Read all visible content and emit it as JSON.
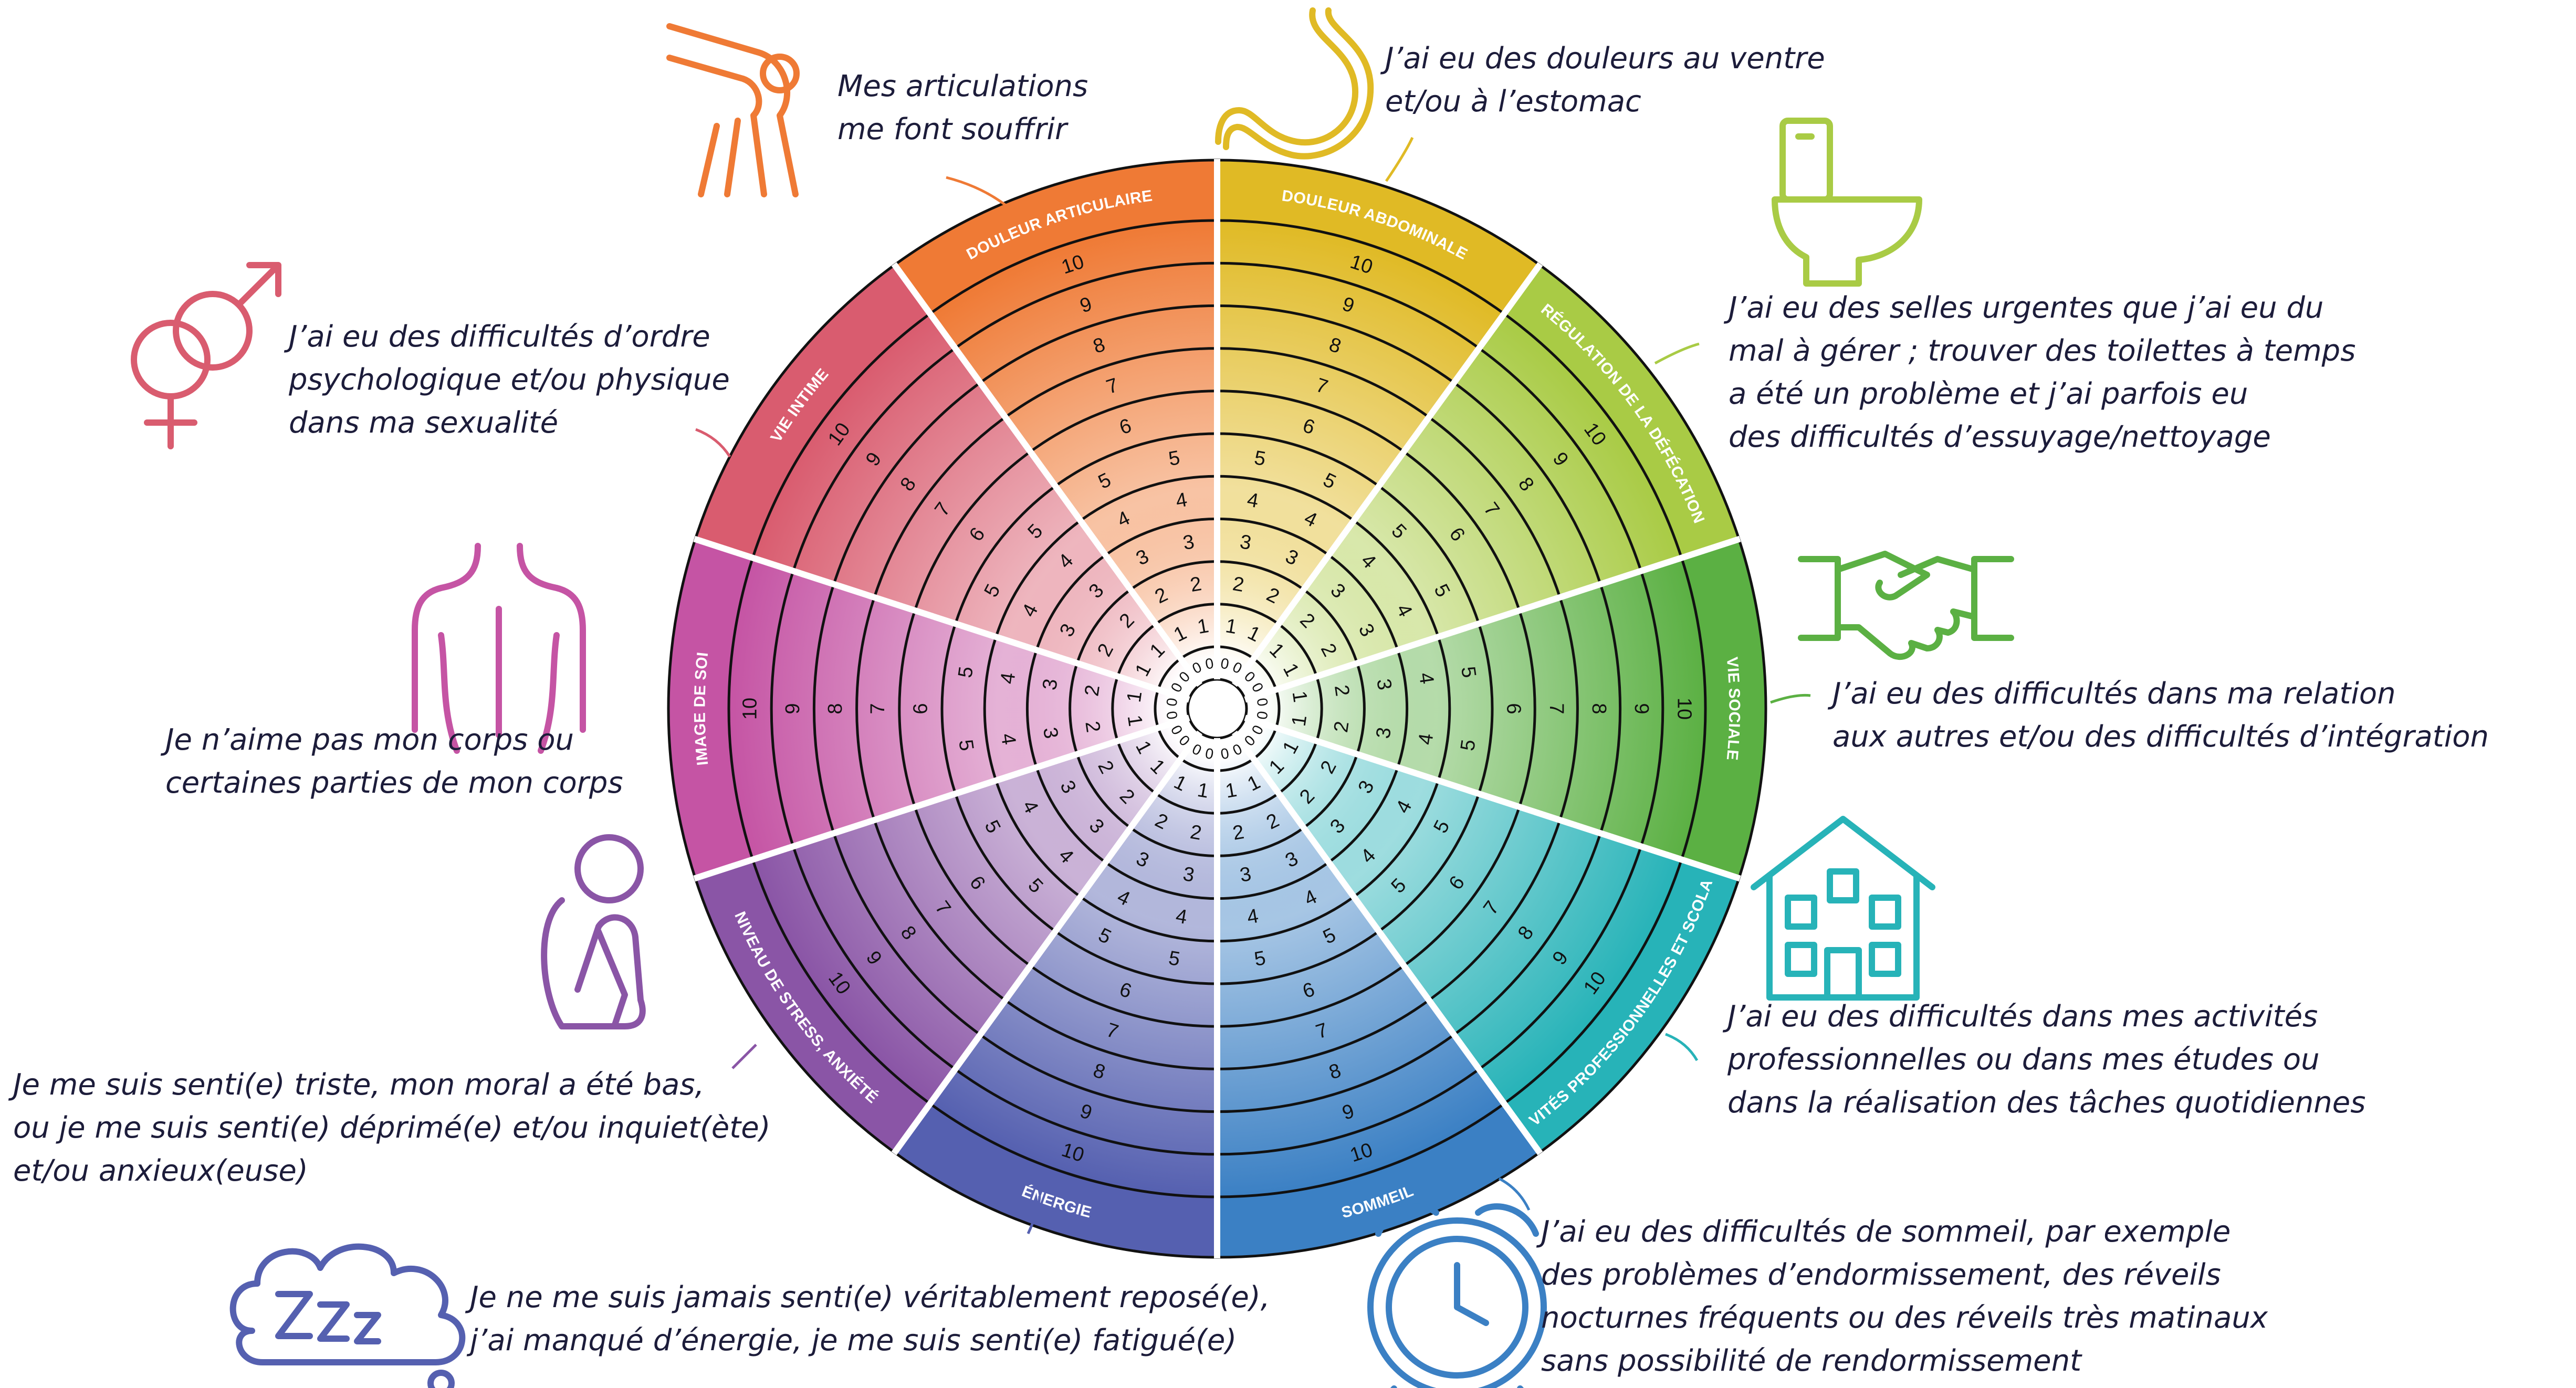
{
  "wheel": {
    "segments": [
      {
        "id": "douleur-abdominale",
        "label": "DOULEUR ABDOMINALE",
        "color": "#e0ba25",
        "caption": [
          "J’ai eu des douleurs au ventre",
          "et/ou à l’estomac"
        ],
        "icon": "stomach-icon"
      },
      {
        "id": "regulation-defecation",
        "label": "RÉGULATION DE LA DÉFÉCATION",
        "color": "#a9cb45",
        "caption": [
          "J’ai eu des selles urgentes que j’ai eu du",
          "mal à gérer ; trouver des toilettes à temps",
          "a été un problème et j’ai parfois eu",
          "des difficultés d’essuyage/nettoyage"
        ],
        "icon": "toilet-icon"
      },
      {
        "id": "vie-sociale",
        "label": "VIE SOCIALE",
        "color": "#5bb043",
        "caption": [
          "J’ai eu des difficultés dans ma relation",
          "aux autres et/ou des difficultés d’intégration"
        ],
        "icon": "handshake-icon"
      },
      {
        "id": "activites-professionnelles",
        "label": "ACTIVITÉS PROFESSIONNELLES ET SCOLAIRES",
        "color": "#27b3b8",
        "caption": [
          "J’ai eu des difficultés dans mes activités",
          "professionnelles ou dans mes études ou",
          "dans la réalisation des tâches quotidiennes"
        ],
        "icon": "house-icon"
      },
      {
        "id": "sommeil",
        "label": "SOMMEIL",
        "color": "#3b80c4",
        "caption": [
          "J’ai eu des difficultés de sommeil, par exemple",
          "des problèmes d’endormissement, des réveils",
          "nocturnes fréquents ou des réveils très matinaux",
          "sans possibilité de rendormissement"
        ],
        "icon": "alarm-clock-icon"
      },
      {
        "id": "energie",
        "label": "ÉNERGIE",
        "color": "#5560b0",
        "caption": [
          "Je ne me suis jamais senti(e) véritablement reposé(e),",
          "j’ai manqué d’énergie, je me suis senti(e) fatigué(e)"
        ],
        "icon": "sleep-cloud-icon"
      },
      {
        "id": "niveau-stress",
        "label": "NIVEAU DE STRESS, ANXIÉTÉ",
        "color": "#8a55a6",
        "caption": [
          "Je me suis senti(e) triste, mon moral a été bas,",
          "ou je me suis senti(e) déprimé(e) et/ou inquiet(ète)",
          "et/ou anxieux(euse)"
        ],
        "icon": "sad-person-icon"
      },
      {
        "id": "image-de-soi",
        "label": "IMAGE DE SOI",
        "color": "#c554a4",
        "caption": [
          "Je n’aime pas mon corps ou",
          "certaines parties de mon corps"
        ],
        "icon": "body-back-icon"
      },
      {
        "id": "vie-intime",
        "label": "VIE INTIME",
        "color": "#d95c6f",
        "caption": [
          "J’ai eu des difficultés d’ordre",
          "psychologique et/ou physique",
          "dans ma sexualité"
        ],
        "icon": "gender-symbols-icon"
      },
      {
        "id": "douleur-articulaire",
        "label": "DOULEUR ARTICULAIRE",
        "color": "#ef7a35",
        "caption": [
          "Mes articulations",
          "me font souffrir"
        ],
        "icon": "knee-joint-icon"
      }
    ],
    "scale_labels": [
      "1",
      "2",
      "3",
      "4",
      "5",
      "6",
      "7",
      "8",
      "9",
      "10"
    ],
    "zero_label": "0"
  }
}
